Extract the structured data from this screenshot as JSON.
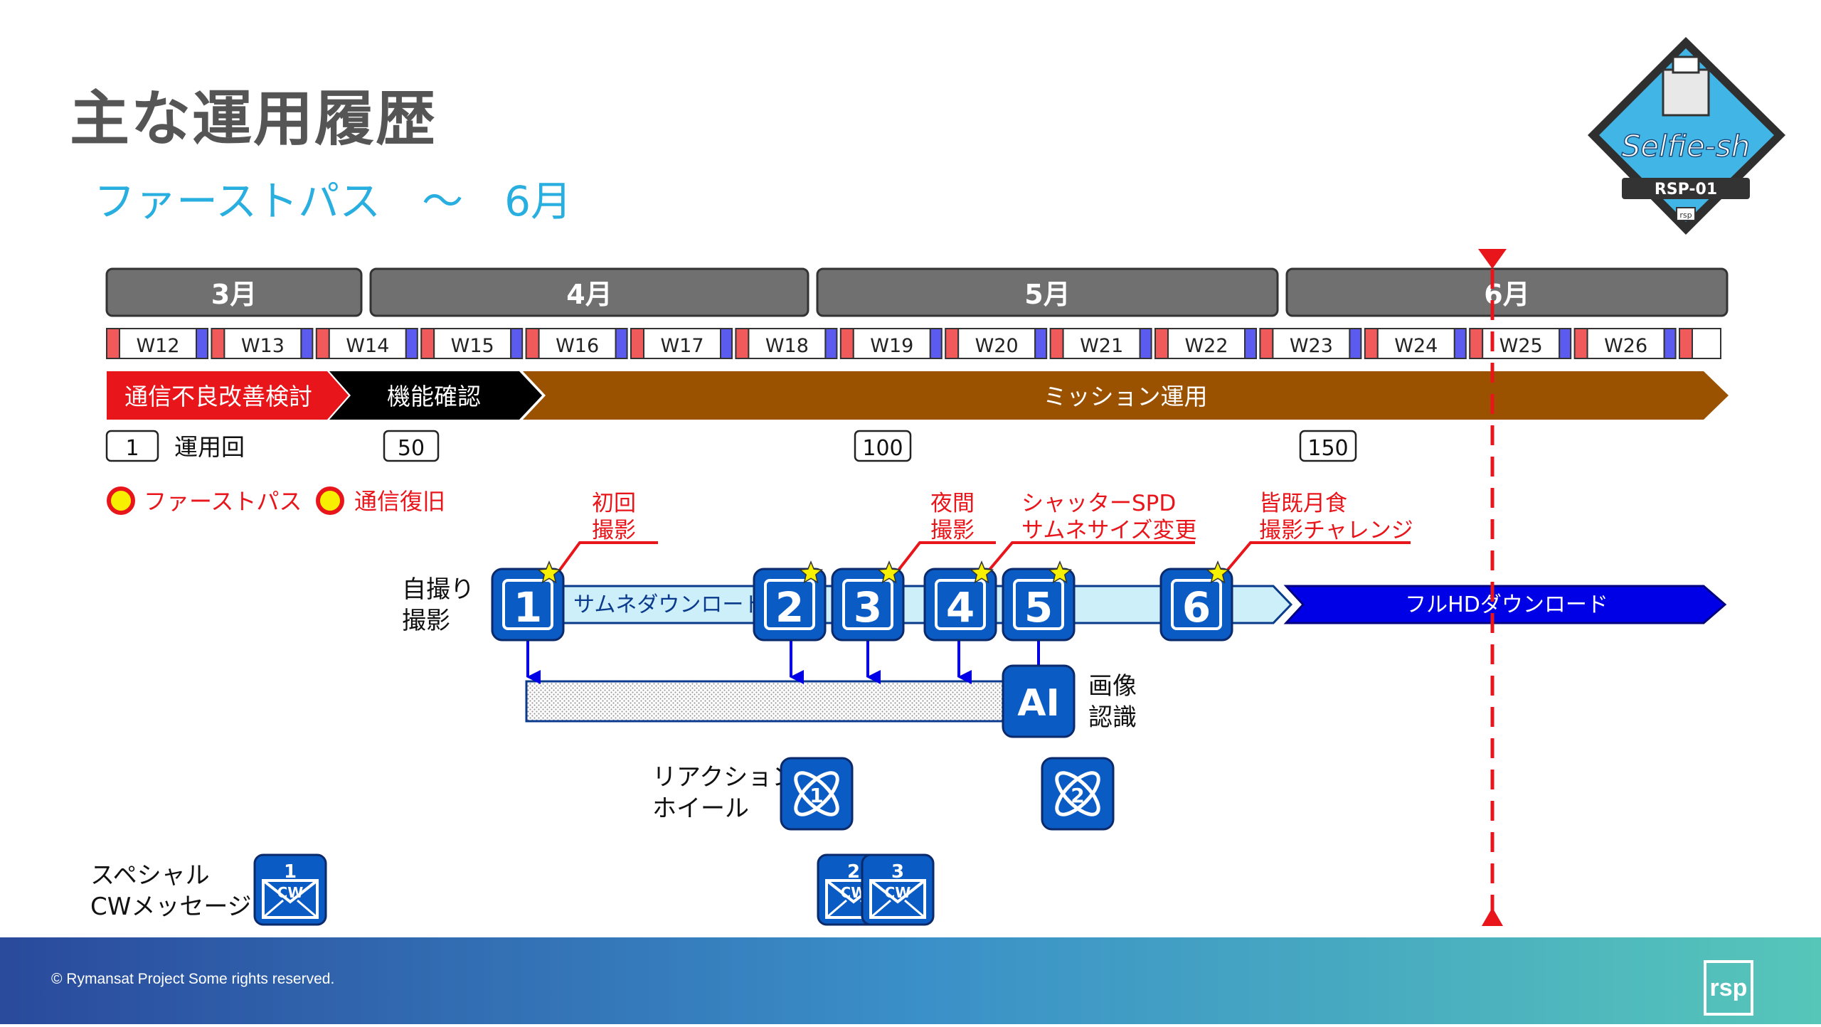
{
  "title": "主な運用履歴",
  "subtitle": "ファーストパス　～　6月",
  "months": [
    {
      "label": "3月"
    },
    {
      "label": "4月"
    },
    {
      "label": "5月"
    },
    {
      "label": "6月"
    }
  ],
  "weeks": [
    "W12",
    "W13",
    "W14",
    "W15",
    "W16",
    "W17",
    "W18",
    "W19",
    "W20",
    "W21",
    "W22",
    "W23",
    "W24",
    "W25",
    "W26"
  ],
  "phases": [
    "通信不良改善検討",
    "機能確認",
    "ミッション運用"
  ],
  "ops_count": {
    "label": "運用回",
    "markers": [
      "1",
      "50",
      "100",
      "150"
    ]
  },
  "legend": [
    {
      "label": "ファーストパス"
    },
    {
      "label": "通信復旧"
    }
  ],
  "annotations": [
    {
      "label": "初回\n撮影"
    },
    {
      "label": "夜間\n撮影"
    },
    {
      "label": "シャッターSPD\nサムネサイズ変更"
    },
    {
      "label": "皆既月食\n撮影チャレンジ"
    }
  ],
  "rows": {
    "selfie": {
      "label": "自撮り\n撮影",
      "thumb_download": "サムネダウンロード",
      "full_download": "フルHDダウンロード",
      "shots": [
        "1",
        "2",
        "3",
        "4",
        "5",
        "6"
      ]
    },
    "ai": {
      "label": "画像\n認識",
      "badge": "AI"
    },
    "wheel": {
      "label": "リアクション\nホイール",
      "events": [
        "1",
        "2"
      ]
    },
    "cw": {
      "label": "スペシャル\nCWメッセージ",
      "events": [
        "1",
        "2",
        "3"
      ],
      "icon_text": "CW"
    }
  },
  "colors": {
    "red": "#e8151b",
    "black": "#000000",
    "brown": "#9a5200",
    "blue": "#0a5bc4",
    "navy": "#0000e6",
    "light": "#cdeff9",
    "gray": "#555555",
    "yellow": "#f7f000",
    "footer_left": "#2a4a9c",
    "footer_right": "#56c6b9"
  },
  "footer": {
    "copyright": "© Rymansat Project Some rights reserved.",
    "logo": "rsp"
  },
  "patch": {
    "script": "Selfie-sh",
    "code": "RSP-01",
    "mini": "rsp"
  }
}
